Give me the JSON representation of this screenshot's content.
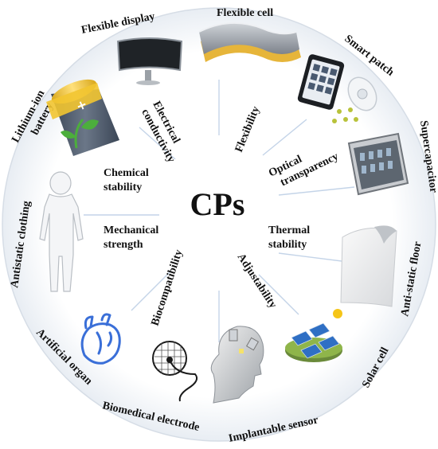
{
  "center_label": "CPs",
  "properties": {
    "electrical_conductivity": [
      "Electrical",
      "conductivity"
    ],
    "flexibility": "Flexibility",
    "optical_transparency": [
      "Optical",
      "transparency"
    ],
    "thermal_stability": [
      "Thermal",
      "stability"
    ],
    "adjustability": "Adjustability",
    "biocompatibility": "Biocompatibility",
    "mechanical_strength": [
      "Mechanical",
      "strength"
    ],
    "chemical_stability": [
      "Chemical",
      "stability"
    ]
  },
  "applications": {
    "flexible_display": "Flexible display",
    "flexible_cell": "Flexible cell",
    "smart_patch": "Smart patch",
    "supercapacitor": "Supercapacitor",
    "anti_static_floor": "Anti-static floor",
    "solar_cell": "Solar cell",
    "implantable_sensor": "Implantable sensor",
    "biomedical_electrode": "Biomedical electrode",
    "artificial_organ": "Artificial organ",
    "antistatic_clothing": "Antistatic clothing",
    "lithium_ion_battery": [
      "Lithium-ion",
      "battery"
    ]
  },
  "icons": {
    "display": "monitor-icon",
    "cell": "flexible-cell-icon",
    "patch": "smart-patch-icon",
    "supercap": "supercapacitor-icon",
    "floor": "floor-sheet-icon",
    "solar": "solar-panel-icon",
    "head": "head-sensor-icon",
    "electrode": "electrode-icon",
    "heart": "heart-icon",
    "suit": "protective-suit-icon",
    "battery": "battery-icon"
  },
  "colors": {
    "ring_border": "#cfd8e4",
    "divider": "#c2d4ea",
    "text": "#111111",
    "heart_blue": "#3a6fd8",
    "battery_yellow": "#f2c531",
    "battery_body": "#4a5568",
    "leaf_green": "#4cae3c",
    "solar_blue": "#2f6fc4",
    "sun_yellow": "#f5c518"
  }
}
